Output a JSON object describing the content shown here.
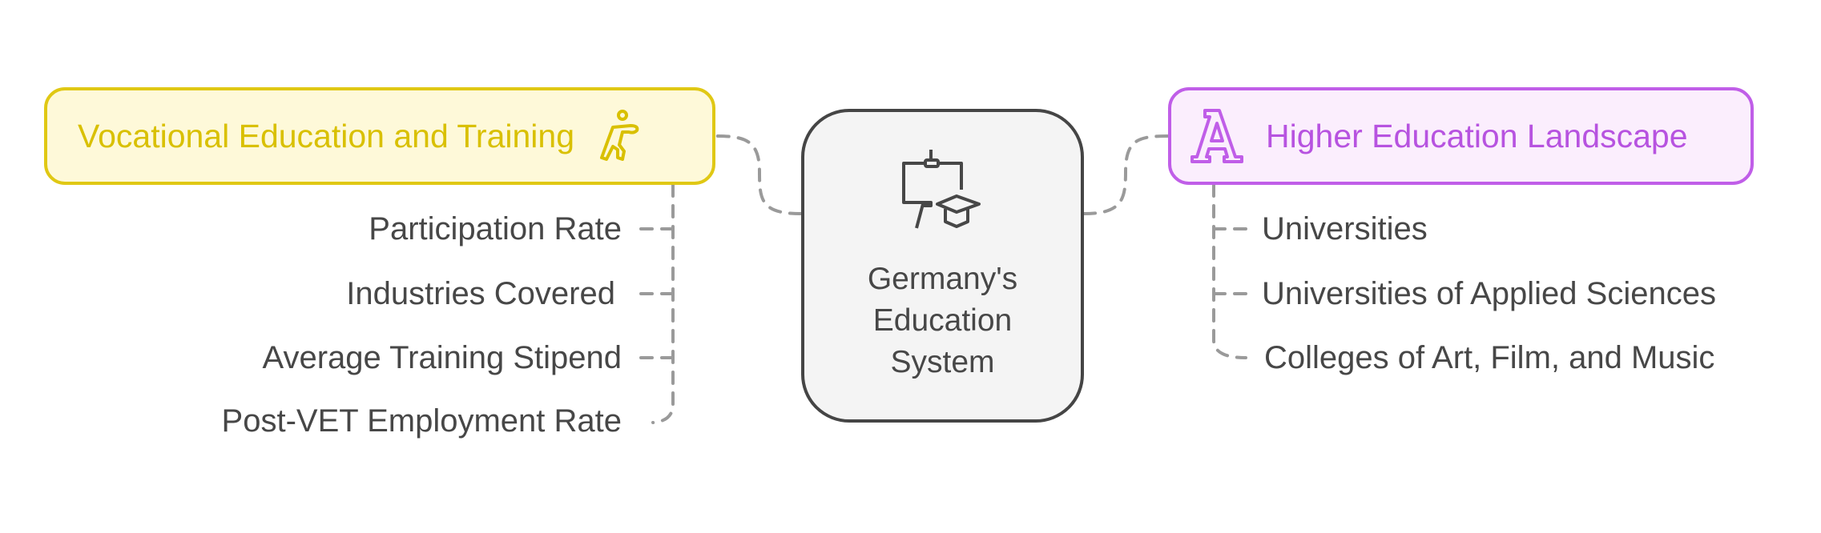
{
  "center": {
    "title_lines": [
      "Germany's",
      "Education",
      "System"
    ],
    "icon": "whiteboard-graduation-cap-icon"
  },
  "left_branch": {
    "title": "Vocational Education and Training",
    "icon": "person-working-icon",
    "color": "#e0c814",
    "items": [
      "Participation Rate",
      "Industries Covered",
      "Average Training Stipend",
      "Post-VET Employment Rate"
    ]
  },
  "right_branch": {
    "title": "Higher Education Landscape",
    "icon": "letter-a-icon",
    "color": "#c05ee8",
    "items": [
      "Universities",
      "Universities of Applied Sciences",
      "Colleges of Art, Film, and Music"
    ]
  }
}
